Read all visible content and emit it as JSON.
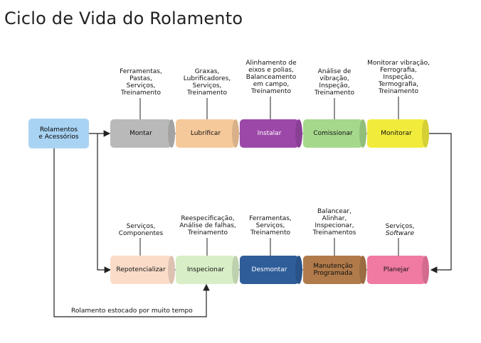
{
  "title": "Ciclo de Vida do Rolamento",
  "start_box": "Rolamentos\ne Acessórios",
  "top_row": [
    {
      "label": "Montar",
      "notes": "Ferramentas,\nPastas,\nServiços,\nTreinamento",
      "color": "#b9b9b9"
    },
    {
      "label": "Lubrificar",
      "notes": "Graxas,\nLubrificadores,\nServiços,\nTreinamento",
      "color": "#f6c99a"
    },
    {
      "label": "Instalar",
      "notes": "Alinhamento de\neixos e polias,\nBalanceamento\nem campo,\nTreinamento",
      "color": "#9c48a8"
    },
    {
      "label": "Comissionar",
      "notes": "Análise de\nvibração,\nInspeção,\nTreinamento",
      "color": "#a6d88c"
    },
    {
      "label": "Monitorar",
      "notes": "Monitorar vibração,\nFerrografia,\nInspeção,\nTermografia,\nTreinamento",
      "color": "#f1ec3c"
    }
  ],
  "bottom_row": [
    {
      "label": "Repotencializar",
      "notes": "Serviços,\nComponentes",
      "color": "#fbdcc9"
    },
    {
      "label": "Inspecionar",
      "notes": "Reespecificação,\nAnálise de falhas,\nTreinamento",
      "color": "#d7eec6"
    },
    {
      "label": "Desmontar",
      "notes": "Ferramentas,\nServiços,\nTreinamento",
      "color": "#2f5d9a"
    },
    {
      "label": "Manutenção\nProgramada",
      "notes": "Balancear,\nAlinhar,\nInspecionar,\nTreinamentos",
      "color": "#b07a4a"
    },
    {
      "label": "Planejar",
      "notes_main": "Serviços,",
      "notes_italic": "Software",
      "color": "#f07aa2"
    }
  ],
  "bottom_note": "Rolamento estocado por muito tempo"
}
